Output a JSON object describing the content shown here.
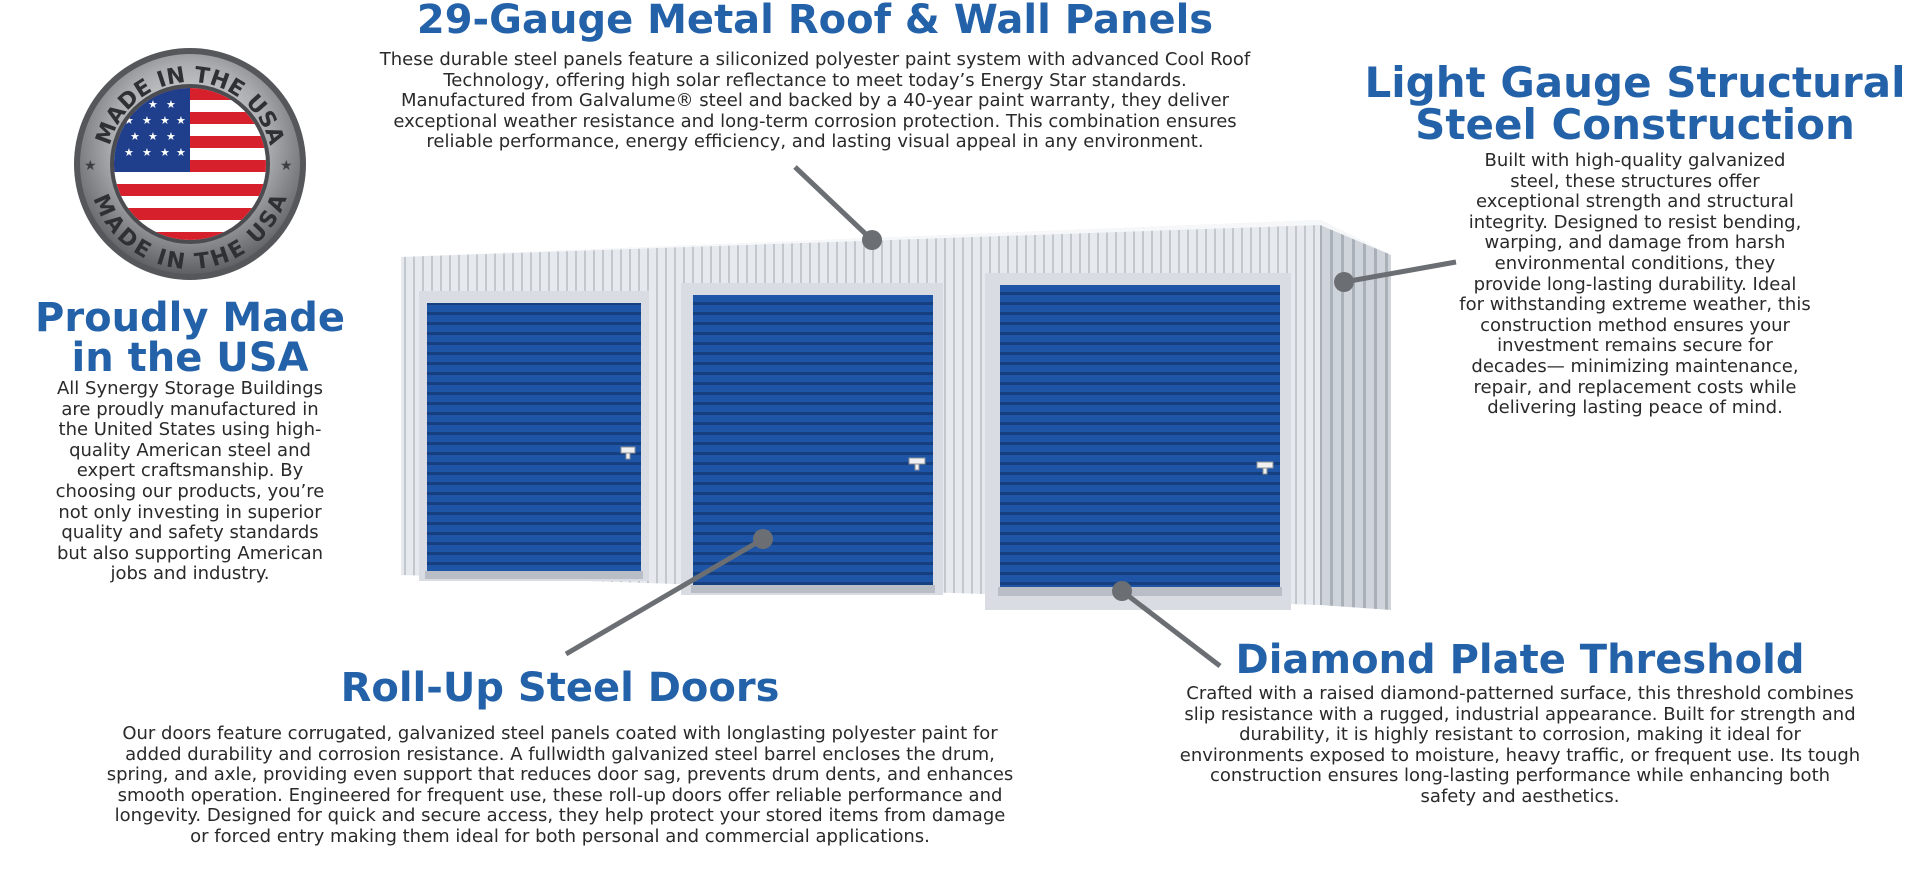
{
  "badge": {
    "text_top": "MADE IN THE USA",
    "text_bottom": "MADE IN THE USA",
    "icon": "usa-flag-seal-icon"
  },
  "sections": {
    "roof_panels": {
      "title": "29-Gauge Metal Roof & Wall Panels",
      "lines": [
        "These durable steel panels feature a siliconized polyester paint system with advanced Cool Roof",
        "Technology, offering high solar reflectance to meet today’s Energy Star standards.",
        "Manufactured from Galvalume® steel and backed by a 40-year paint warranty, they deliver",
        "exceptional weather resistance and long-term corrosion protection. This combination ensures",
        "reliable performance, energy efficiency, and lasting visual appeal in any environment."
      ]
    },
    "structural": {
      "title_lines": [
        "Light Gauge Structural",
        "Steel Construction"
      ],
      "lines": [
        "Built with high-quality galvanized",
        "steel, these structures offer",
        "exceptional strength and structural",
        "integrity. Designed to resist bending,",
        "warping, and damage from harsh",
        "environmental conditions, they",
        "provide long-lasting durability. Ideal",
        "for withstanding extreme weather, this",
        "construction method ensures your",
        "investment remains secure for",
        "decades— minimizing maintenance,",
        "repair, and replacement costs while",
        "delivering lasting peace of mind."
      ]
    },
    "made_in_usa": {
      "title_lines": [
        "Proudly Made",
        "in the USA"
      ],
      "lines": [
        "All Synergy Storage Buildings",
        "are proudly manufactured in",
        "the United States using high-",
        "quality American steel and",
        "expert craftsmanship. By",
        "choosing our products, you’re",
        "not only investing in superior",
        "quality and safety standards",
        "but also supporting American",
        "jobs and industry."
      ]
    },
    "roll_up_doors": {
      "title": "Roll-Up Steel Doors",
      "lines": [
        "Our doors feature corrugated, galvanized steel panels coated with longlasting polyester paint for",
        "added durability and corrosion resistance. A fullwidth galvanized steel barrel encloses the drum,",
        "spring, and axle, providing even support that reduces door sag, prevents drum dents, and enhances",
        "smooth operation. Engineered for frequent use, these roll-up doors offer reliable performance and",
        "longevity. Designed for quick and secure access, they help protect your stored items from damage",
        "or forced entry making them ideal for both personal and commercial applications."
      ]
    },
    "threshold": {
      "title": "Diamond Plate Threshold",
      "lines": [
        "Crafted with a raised diamond-patterned surface, this threshold combines",
        "slip resistance with a rugged, industrial appearance. Built for strength and",
        "durability, it is highly resistant to corrosion, making it ideal for",
        "environments exposed to moisture, heavy traffic, or frequent use. Its tough",
        "construction ensures long-lasting performance while enhancing both",
        "safety and aesthetics."
      ]
    }
  },
  "colors": {
    "heading": "#2361a8",
    "body_text": "#2a2a2a",
    "door_blue": "#1d4f9c",
    "wall": "#e4e7ec",
    "callout": "#6b6e72"
  }
}
